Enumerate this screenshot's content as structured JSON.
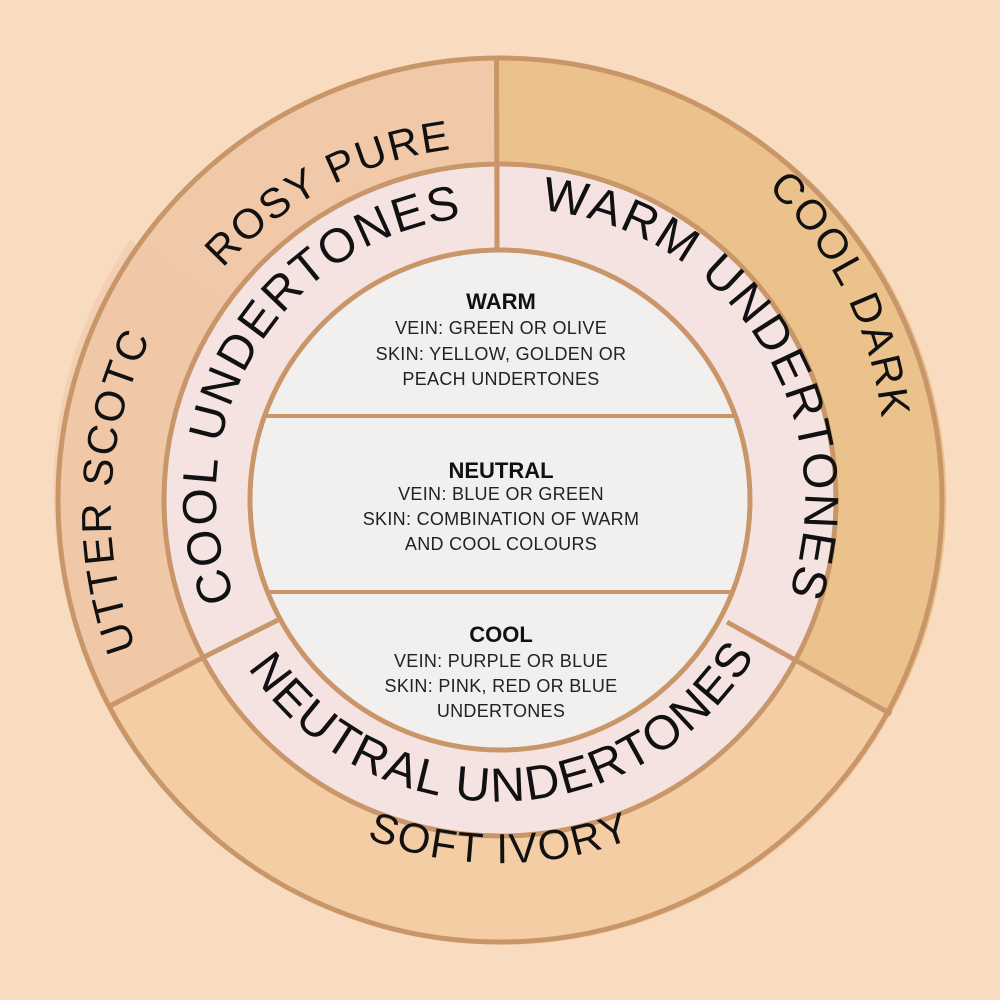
{
  "outer_segments": [
    {
      "label": "ROSY PURE"
    },
    {
      "label": "COOL DARK"
    },
    {
      "label": "SOFT IVORY"
    },
    {
      "label": "BUTTER SCOTCH"
    }
  ],
  "middle_segments": [
    {
      "label": "COOL UNDERTONES"
    },
    {
      "label": "WARM UNDERTONES"
    },
    {
      "label": "NEUTRAL UNDERTONES"
    }
  ],
  "bands": [
    {
      "title": "WARM",
      "lines": [
        "VEIN: GREEN OR OLIVE",
        "SKIN: YELLOW, GOLDEN OR",
        "PEACH UNDERTONES"
      ]
    },
    {
      "title": "NEUTRAL",
      "lines": [
        "VEIN: BLUE OR GREEN",
        "SKIN: COMBINATION OF WARM",
        "AND COOL COLOURS"
      ]
    },
    {
      "title": "COOL",
      "lines": [
        "VEIN: PURPLE OR BLUE",
        "SKIN: PINK, RED OR BLUE",
        "UNDERTONES"
      ]
    }
  ],
  "colors": {
    "background": "#f9dcc0",
    "border": "#c9966a",
    "middle_ring": "#f5e3e2",
    "center": "#f1f0ef",
    "rosy_pure": "#f1c9a9",
    "cool_dark": "#ecc28c",
    "soft_ivory": "#f4cda4",
    "butter_scotch": "#efc6a8"
  }
}
